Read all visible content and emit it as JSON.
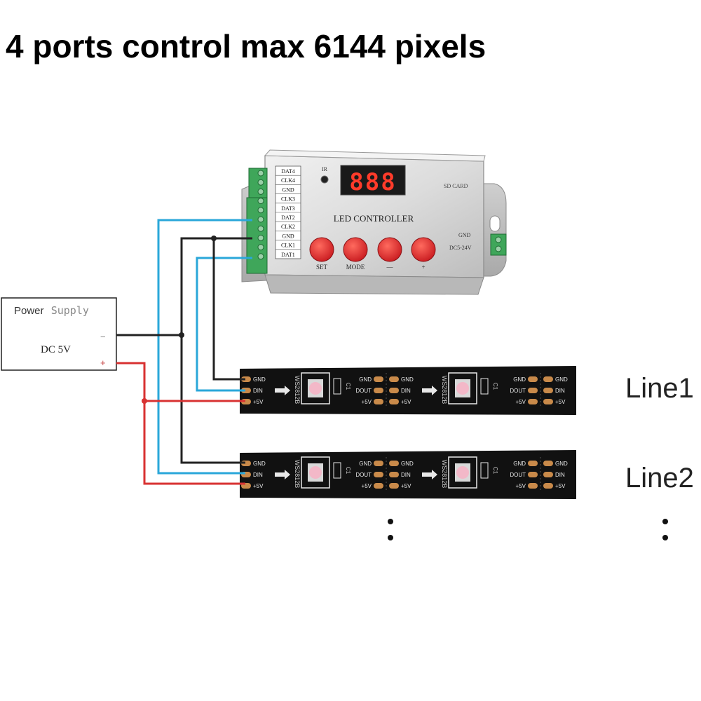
{
  "title": "4 ports control max 6144 pixels",
  "controller": {
    "name": "LED CONTROLLER",
    "display": "888",
    "ir_label": "IR",
    "sd_label": "SD CARD",
    "power_gnd": "GND",
    "power_dc": "DC5-24V",
    "terminals": [
      "DAT4",
      "CLK4",
      "GND",
      "CLK3",
      "DAT3",
      "DAT2",
      "CLK2",
      "GND",
      "CLK1",
      "DAT1"
    ],
    "buttons": [
      {
        "label": "SET"
      },
      {
        "label": "MODE"
      },
      {
        "label": "—"
      },
      {
        "label": "+"
      }
    ]
  },
  "power_supply": {
    "title_a": "Power",
    "title_b": "Supply",
    "voltage": "DC 5V",
    "minus": "−",
    "plus": "+"
  },
  "strips": [
    {
      "label": "Line1",
      "pads_left": [
        "GND",
        "DIN",
        "+5V"
      ],
      "pads_mid_left": [
        "GND",
        "DOUT",
        "+5V"
      ],
      "pads_mid_right": [
        "GND",
        "DIN",
        "+5V"
      ],
      "pads_right_left": [
        "GND",
        "DOUT",
        "+5V"
      ],
      "pads_right_right": [
        "GND",
        "DIN",
        "+5V"
      ],
      "chip_a": "WS2812B",
      "chip_b": "WS2812B",
      "cap": "C1"
    },
    {
      "label": "Line2",
      "pads_left": [
        "GND",
        "DIN",
        "+5V"
      ],
      "pads_mid_left": [
        "GND",
        "DOUT",
        "+5V"
      ],
      "pads_mid_right": [
        "GND",
        "DIN",
        "+5V"
      ],
      "pads_right_left": [
        "GND",
        "DOUT",
        "+5V"
      ],
      "pads_right_right": [
        "GND",
        "DIN",
        "+5V"
      ],
      "chip_a": "WS2812B",
      "chip_b": "WS2812B",
      "cap": "C1"
    }
  ],
  "colors": {
    "wire_blue": "#2aa7d9",
    "wire_black": "#222222",
    "wire_red": "#d83232",
    "strip": "#111111",
    "pad": "#c98a4a",
    "terminal": "#3fa65a",
    "button": "#e0262a",
    "display_bg": "#1a1a1a",
    "display_digit": "#ff3b2a"
  }
}
